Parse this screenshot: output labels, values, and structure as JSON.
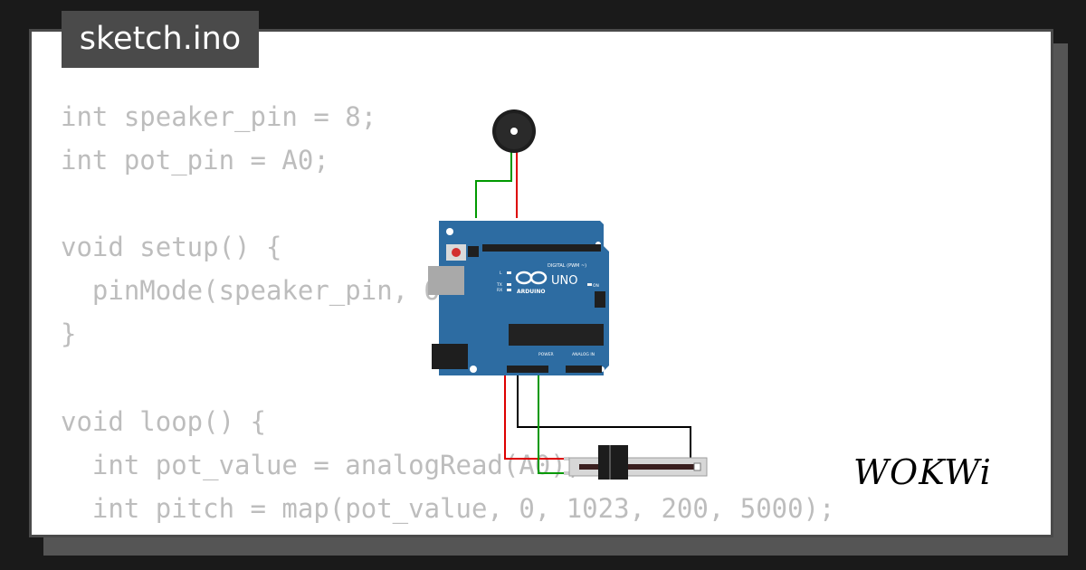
{
  "file_tab": {
    "title": "sketch.ino"
  },
  "code_lines": [
    "int speaker_pin = 8;",
    "int pot_pin = A0;",
    "",
    "void setup() {",
    "  pinMode(speaker_pin, OUTPUT);",
    "}",
    "",
    "void loop() {",
    "  int pot_value = analogRead(A0);",
    "  int pitch = map(pot_value, 0, 1023, 200, 5000);"
  ],
  "board": {
    "brand": "ARDUINO",
    "model": "UNO",
    "digital_header": "DIGITAL (PWM ~)",
    "power_header": "POWER",
    "analog_header": "ANALOG IN",
    "on_label": "ON",
    "tx_label": "TX",
    "rx_label": "RX",
    "l_label": "L"
  },
  "logo": {
    "text": "WOKWi"
  },
  "colors": {
    "background": "#1a1a1a",
    "card": "#ffffff",
    "tab": "#4a4a4a",
    "code_text": "#bdbdbd",
    "board": "#2d6ca2",
    "wire_green": "#009900",
    "wire_red": "#dd0000",
    "wire_black": "#000000"
  }
}
